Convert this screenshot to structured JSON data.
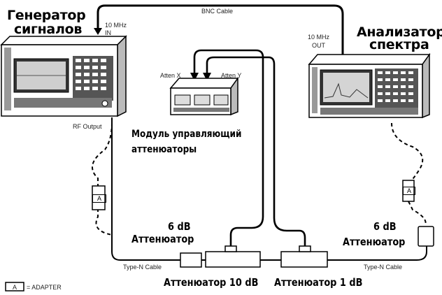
{
  "labels": {
    "signal_generator_line1": "Генератор",
    "signal_generator_line2": "сигналов",
    "spectrum_analyzer_line1": "Анализатор",
    "spectrum_analyzer_line2": "спектра",
    "bnc_cable": "BNC Cable",
    "in_10mhz_line1": "10 MHz",
    "in_10mhz_line2": "IN",
    "out_10mhz_line1": "10 MHz",
    "out_10mhz_line2": "OUT",
    "atten_x": "Atten X",
    "atten_y": "Atten Y",
    "module_line1": "Модуль управляющий",
    "module_line2": "аттенюаторы",
    "rf_output": "RF Output",
    "left_att_value": "6 dB",
    "left_att_name": "Аттенюатор",
    "right_att_value": "6 dB",
    "right_att_name": "Аттенюатор",
    "left_cable": "Type-N Cable",
    "right_cable": "Type-N Cable",
    "att_10db": "Аттенюатор 10 dB",
    "att_1db": "Аттенюатор 1 dB",
    "adapter_letter": "A",
    "legend_text": "= ADAPTER"
  }
}
